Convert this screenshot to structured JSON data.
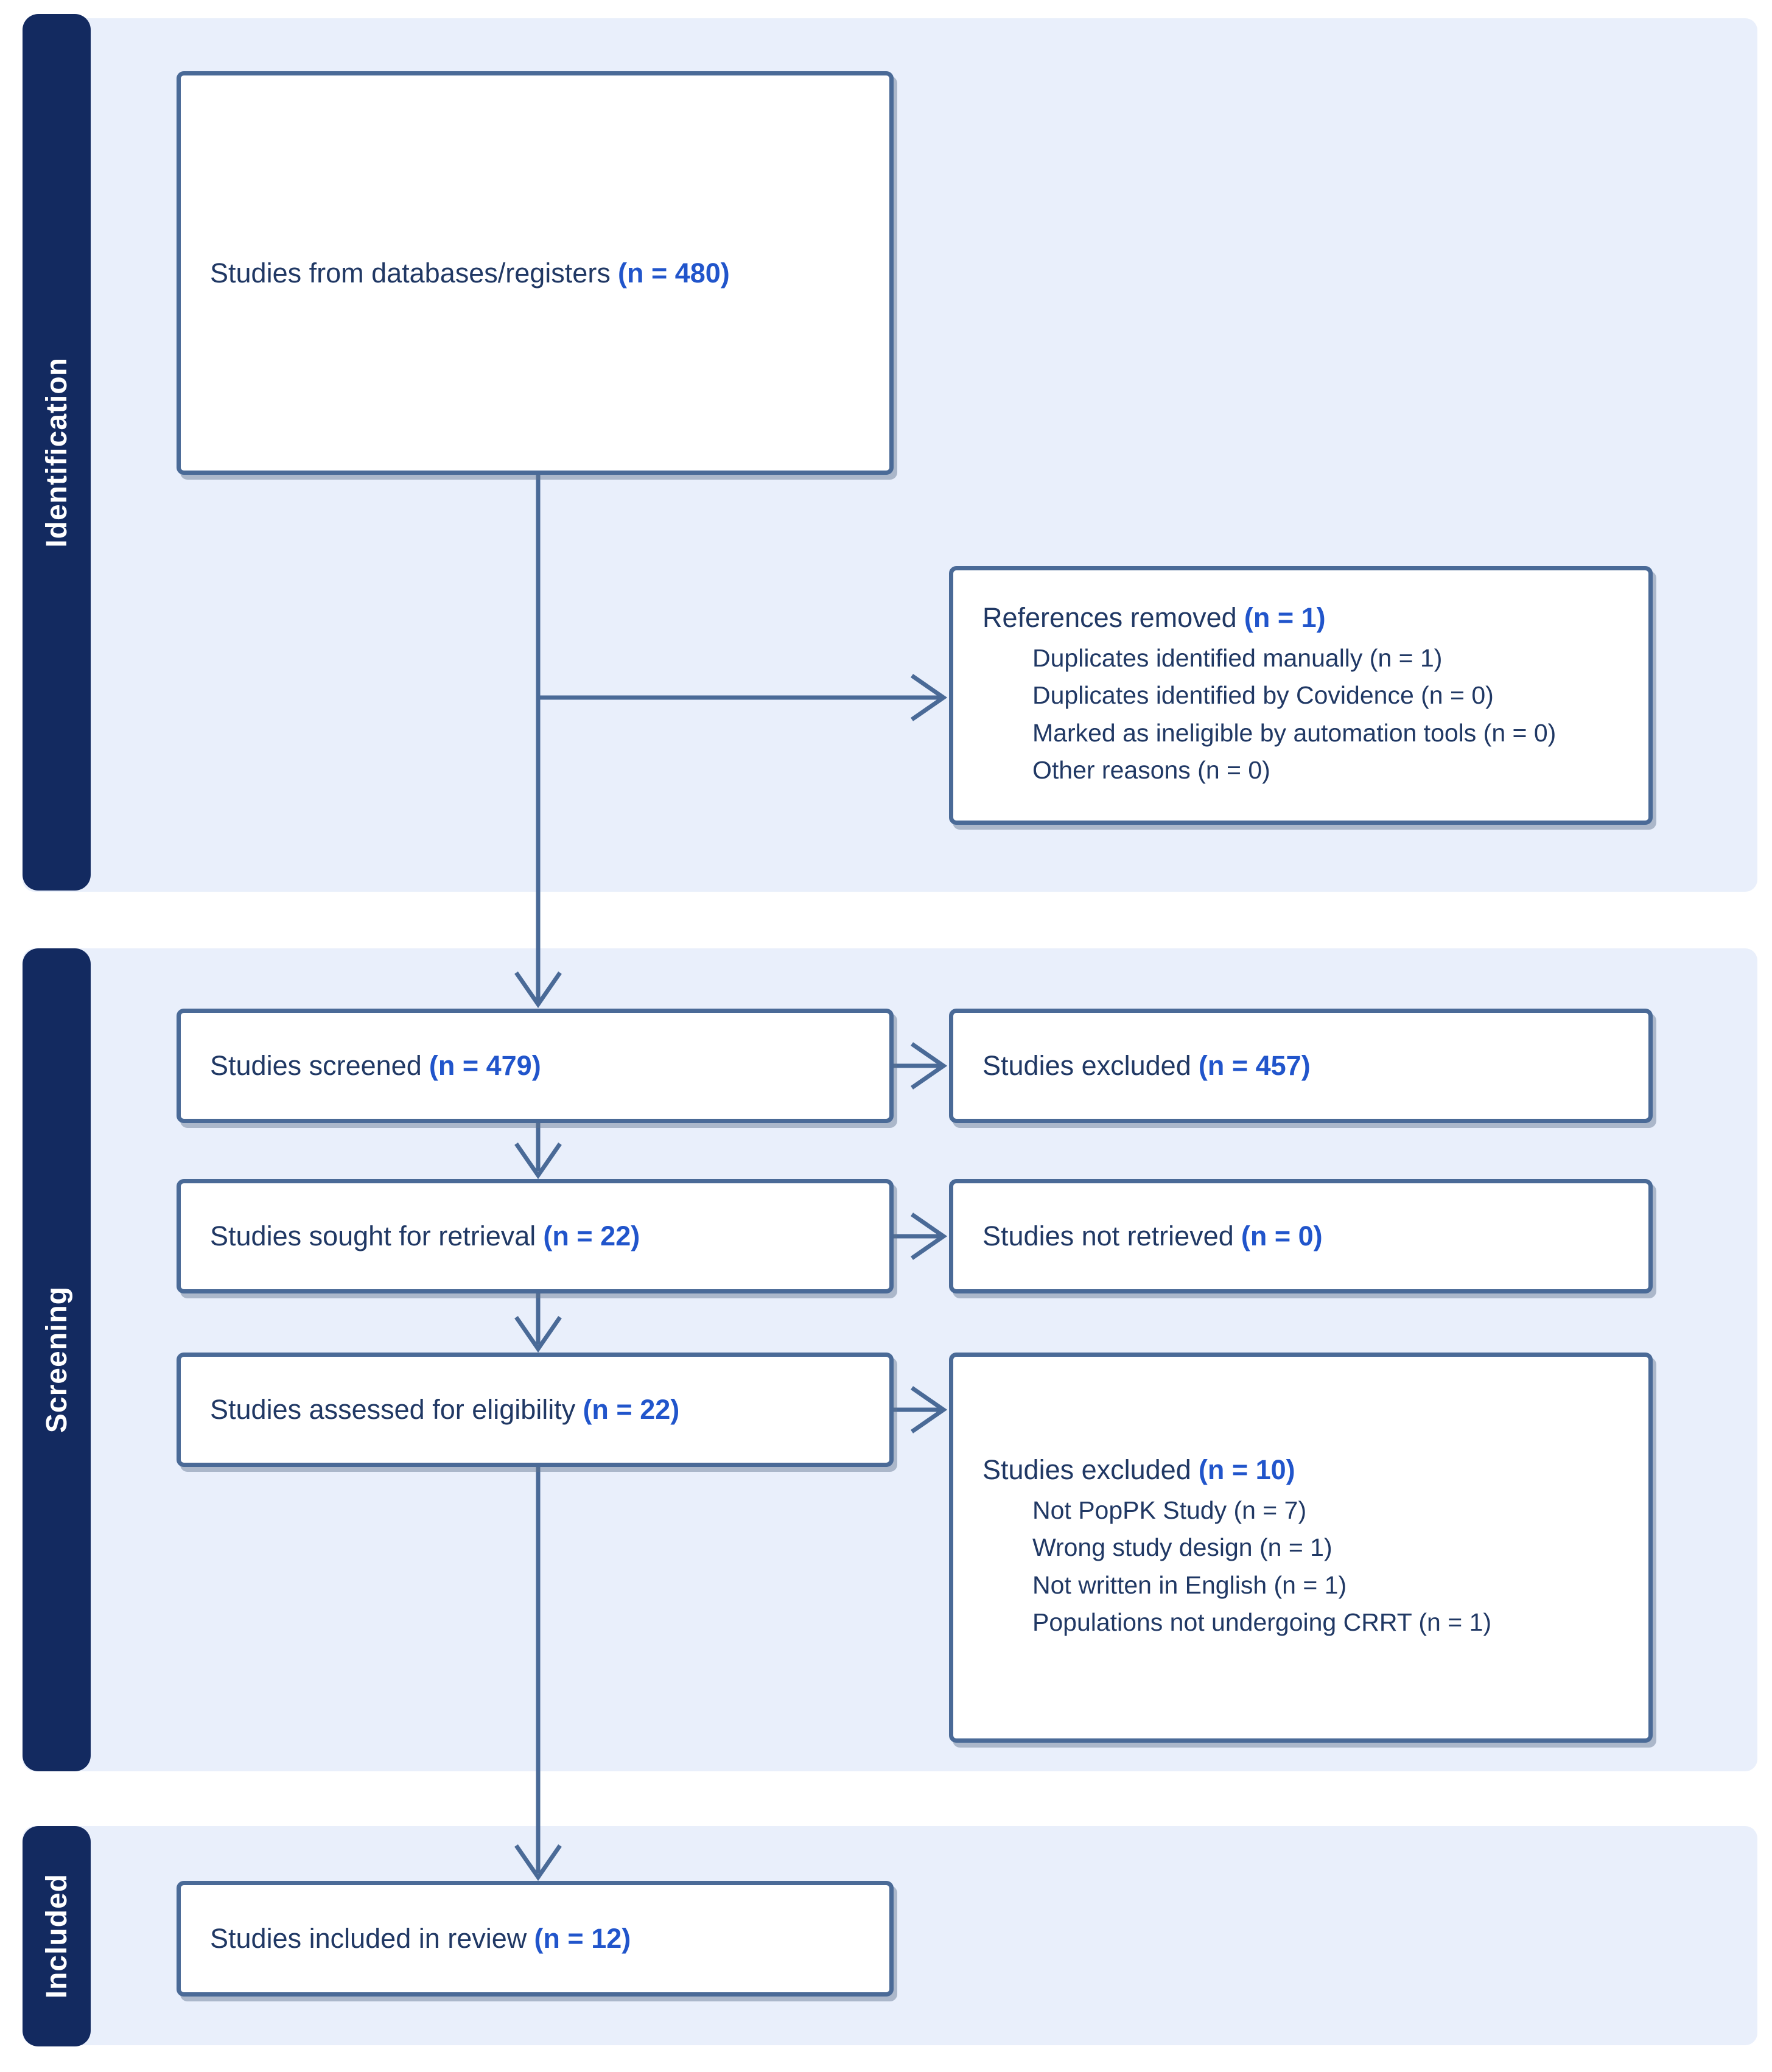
{
  "colors": {
    "band_background": "#e9effb",
    "sidebar_bar": "#132a60",
    "box_border": "#4a6a97",
    "arrow": "#4a6a97",
    "text": "#203864",
    "count_text": "#2155cb"
  },
  "sidebar": {
    "sections": [
      {
        "label": "Identification"
      },
      {
        "label": "Screening"
      },
      {
        "label": "Included"
      }
    ]
  },
  "boxes": {
    "databases": {
      "label": "Studies from databases/registers",
      "count": "(n = 480)"
    },
    "references_removed": {
      "label": "References removed",
      "count": "(n = 1)",
      "items": [
        "Duplicates identified manually (n = 1)",
        "Duplicates identified by Covidence (n = 0)",
        "Marked as ineligible by automation tools (n = 0)",
        "Other reasons (n = 0)"
      ]
    },
    "screened": {
      "label": "Studies screened",
      "count": "(n = 479)"
    },
    "excluded_screening": {
      "label": "Studies excluded",
      "count": "(n = 457)"
    },
    "sought_retrieval": {
      "label": "Studies sought for retrieval",
      "count": "(n = 22)"
    },
    "not_retrieved": {
      "label": "Studies not retrieved",
      "count": "(n = 0)"
    },
    "assessed_eligibility": {
      "label": "Studies assessed for eligibility",
      "count": "(n = 22)"
    },
    "excluded_eligibility": {
      "label": "Studies excluded",
      "count": "(n = 10)",
      "items": [
        "Not PopPK Study (n = 7)",
        "Wrong study design (n = 1)",
        "Not written in English (n = 1)",
        "Populations not undergoing CRRT (n = 1)"
      ]
    },
    "included_review": {
      "label": "Studies included in review",
      "count": "(n = 12)"
    }
  }
}
